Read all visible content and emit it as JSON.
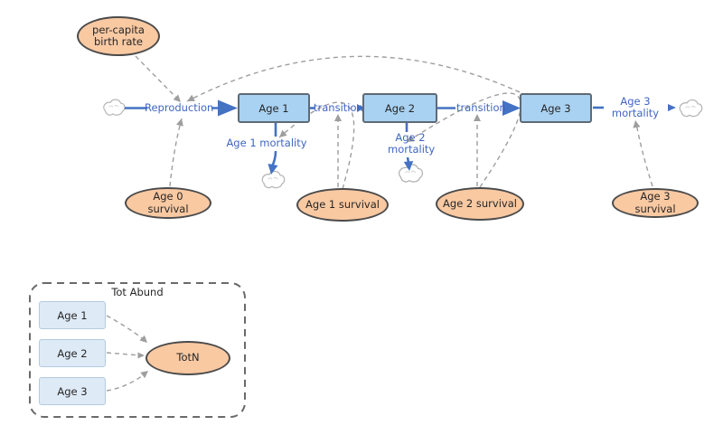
{
  "diagram": {
    "stocks": [
      {
        "label": "Age 1"
      },
      {
        "label": "Age 2"
      },
      {
        "label": "Age 3"
      }
    ],
    "flows": {
      "reproduction": "Reproduction",
      "transition_1": "transition",
      "transition_2": "transition",
      "age1_mortality": "Age 1 mortality",
      "age2_mortality": "Age 2 mortality",
      "age3_mortality": "Age 3 mortality"
    },
    "variables": {
      "per_capita_birth_rate": "per-capita birth rate",
      "age0_survival": "Age 0 survival",
      "age1_survival": "Age 1 survival",
      "age2_survival": "Age 2 survival",
      "age3_survival": "Age 3 survival"
    },
    "group": {
      "label": "Tot Abund",
      "ghost_stocks": [
        {
          "label": "Age 1"
        },
        {
          "label": "Age 2"
        },
        {
          "label": "Age 3"
        }
      ],
      "total_variable": "TotN"
    },
    "colors": {
      "stock_fill": "#A9D2F2",
      "stock_border": "#5E6A75",
      "variable_fill": "#F9C9A2",
      "variable_border": "#4B4B4B",
      "ghost_stock_fill": "#DEEAF6",
      "ghost_stock_border": "#B5CBDF",
      "flow_blue": "#4472C4",
      "link_gray": "#9E9E9E",
      "cloud_gray": "#B4B4B4"
    }
  }
}
